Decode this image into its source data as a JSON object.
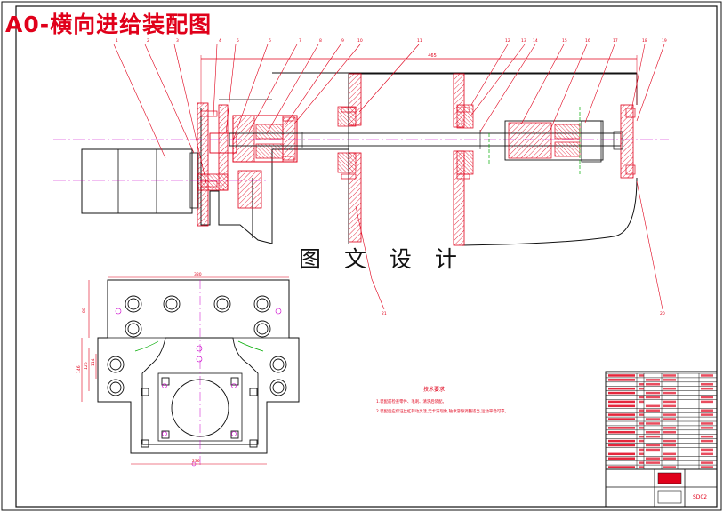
{
  "title": "A0-横向进给装配图",
  "watermark": "图 文 设 计",
  "colors": {
    "outline": "#e0001a",
    "hatch": "#e0001a",
    "centerline": "#cc00cc",
    "hidden": "#0000cc",
    "ink": "#111111",
    "green": "#00aa00"
  },
  "part_numbers": [
    "1",
    "2",
    "3",
    "4",
    "5",
    "6",
    "7",
    "8",
    "9",
    "10",
    "11",
    "12",
    "13",
    "14",
    "15",
    "16",
    "17",
    "18",
    "19",
    "20",
    "21"
  ],
  "dimensions": {
    "overall_length": "465",
    "plate_width": "380",
    "plate_height": "80",
    "base_width": "236",
    "left_height_a": "146",
    "left_height_b": "126",
    "left_height_c": "114"
  },
  "technical_requirements": {
    "heading": "技术要求",
    "lines": [
      "1.装配前检查零件、毛刺、清洗后装配。",
      "2.装配后应保证丝杠转动灵活,无卡滞现象,轴承游隙调整适当,运动平稳可靠。"
    ]
  },
  "title_block": {
    "drawing_code": "SD02"
  }
}
